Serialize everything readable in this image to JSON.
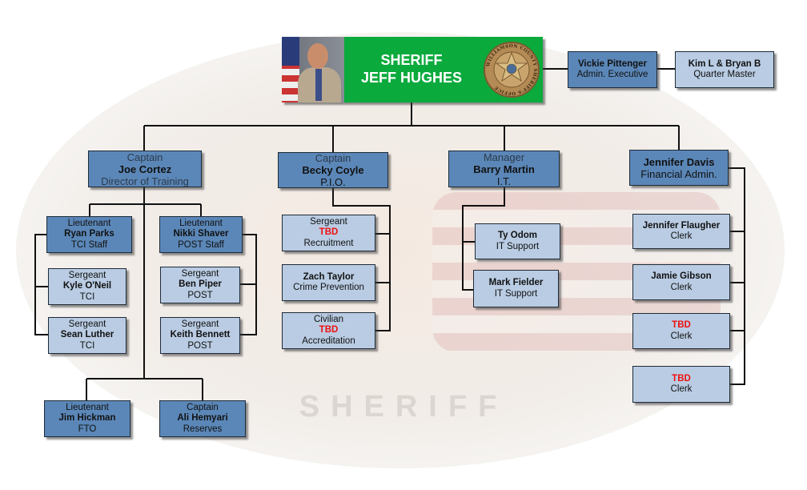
{
  "watermark_text": "SHERIFF",
  "sheriff": {
    "line1": "SHERIFF",
    "line2": "JEFF HUGHES",
    "badge_text": "WILLIAMSON COUNTY SHERIFF'S OFFICE"
  },
  "colors": {
    "dark_box": "#5b87b8",
    "light_box": "#b9cce3",
    "sheriff_green": "#0aaa3c",
    "tbd_red": "#f01010"
  },
  "boxes": [
    {
      "id": "vickie",
      "style": "dark",
      "lines": [
        {
          "t": "Vickie Pittenger",
          "s": "b"
        },
        {
          "t": "Admin. Executive",
          "s": ""
        }
      ]
    },
    {
      "id": "kim",
      "style": "light",
      "lines": [
        {
          "t": "Kim L & Bryan B",
          "s": "b"
        },
        {
          "t": "Quarter Master",
          "s": ""
        }
      ]
    },
    {
      "id": "joe",
      "style": "dark big",
      "lines": [
        {
          "t": "Captain",
          "s": "muted"
        },
        {
          "t": "Joe Cortez",
          "s": "b"
        },
        {
          "t": "Director of Training",
          "s": "muted"
        }
      ]
    },
    {
      "id": "becky",
      "style": "dark big",
      "lines": [
        {
          "t": "Captain",
          "s": "muted"
        },
        {
          "t": "Becky Coyle",
          "s": "b"
        },
        {
          "t": "P.I.O.",
          "s": ""
        }
      ]
    },
    {
      "id": "barry",
      "style": "dark big",
      "lines": [
        {
          "t": "Manager",
          "s": "muted"
        },
        {
          "t": "Barry Martin",
          "s": "b"
        },
        {
          "t": "I.T.",
          "s": ""
        }
      ]
    },
    {
      "id": "jdavis",
      "style": "dark big",
      "lines": [
        {
          "t": "Jennifer Davis",
          "s": "b"
        },
        {
          "t": "Financial Admin.",
          "s": ""
        }
      ]
    },
    {
      "id": "ryan",
      "style": "dark",
      "lines": [
        {
          "t": "Lieutenant",
          "s": ""
        },
        {
          "t": "Ryan Parks",
          "s": "b"
        },
        {
          "t": "TCI Staff",
          "s": ""
        }
      ]
    },
    {
      "id": "nikki",
      "style": "dark",
      "lines": [
        {
          "t": "Lieutenant",
          "s": ""
        },
        {
          "t": "Nikki Shaver",
          "s": "b"
        },
        {
          "t": "POST Staff",
          "s": ""
        }
      ]
    },
    {
      "id": "kyle",
      "style": "light",
      "lines": [
        {
          "t": "Sergeant",
          "s": ""
        },
        {
          "t": "Kyle O'Neil",
          "s": "b"
        },
        {
          "t": "TCI",
          "s": ""
        }
      ]
    },
    {
      "id": "sean",
      "style": "light",
      "lines": [
        {
          "t": "Sergeant",
          "s": ""
        },
        {
          "t": "Sean Luther",
          "s": "b"
        },
        {
          "t": "TCI",
          "s": ""
        }
      ]
    },
    {
      "id": "ben",
      "style": "light",
      "lines": [
        {
          "t": "Sergeant",
          "s": ""
        },
        {
          "t": "Ben Piper",
          "s": "b"
        },
        {
          "t": "POST",
          "s": ""
        }
      ]
    },
    {
      "id": "keith",
      "style": "light",
      "lines": [
        {
          "t": "Sergeant",
          "s": ""
        },
        {
          "t": "Keith Bennett",
          "s": "b"
        },
        {
          "t": "POST",
          "s": ""
        }
      ]
    },
    {
      "id": "jim",
      "style": "dark",
      "lines": [
        {
          "t": "Lieutenant",
          "s": ""
        },
        {
          "t": "Jim Hickman",
          "s": "b"
        },
        {
          "t": "FTO",
          "s": ""
        }
      ]
    },
    {
      "id": "ali",
      "style": "dark",
      "lines": [
        {
          "t": "Captain",
          "s": ""
        },
        {
          "t": "Ali Hemyari",
          "s": "b"
        },
        {
          "t": "Reserves",
          "s": ""
        }
      ]
    },
    {
      "id": "sgt-tbd",
      "style": "light",
      "lines": [
        {
          "t": "Sergeant",
          "s": ""
        },
        {
          "t": "TBD",
          "s": "red"
        },
        {
          "t": "Recruitment",
          "s": ""
        }
      ]
    },
    {
      "id": "zach",
      "style": "light",
      "lines": [
        {
          "t": "Zach Taylor",
          "s": "b"
        },
        {
          "t": "Crime Prevention",
          "s": ""
        }
      ]
    },
    {
      "id": "civ-tbd",
      "style": "light",
      "lines": [
        {
          "t": "Civilian",
          "s": ""
        },
        {
          "t": "TBD",
          "s": "red"
        },
        {
          "t": "Accreditation",
          "s": ""
        }
      ]
    },
    {
      "id": "ty",
      "style": "light",
      "lines": [
        {
          "t": "Ty Odom",
          "s": "b"
        },
        {
          "t": "IT Support",
          "s": ""
        }
      ]
    },
    {
      "id": "mark",
      "style": "light",
      "lines": [
        {
          "t": "Mark Fielder",
          "s": "b"
        },
        {
          "t": "IT Support",
          "s": ""
        }
      ]
    },
    {
      "id": "jflaugher",
      "style": "light",
      "lines": [
        {
          "t": "Jennifer Flaugher",
          "s": "b"
        },
        {
          "t": "Clerk",
          "s": ""
        }
      ]
    },
    {
      "id": "jamie",
      "style": "light",
      "lines": [
        {
          "t": "Jamie Gibson",
          "s": "b"
        },
        {
          "t": "Clerk",
          "s": ""
        }
      ]
    },
    {
      "id": "clerk-tbd-1",
      "style": "light",
      "lines": [
        {
          "t": "TBD",
          "s": "red"
        },
        {
          "t": "Clerk",
          "s": ""
        }
      ]
    },
    {
      "id": "clerk-tbd-2",
      "style": "light",
      "lines": [
        {
          "t": "TBD",
          "s": "red"
        },
        {
          "t": "Clerk",
          "s": ""
        }
      ]
    }
  ]
}
